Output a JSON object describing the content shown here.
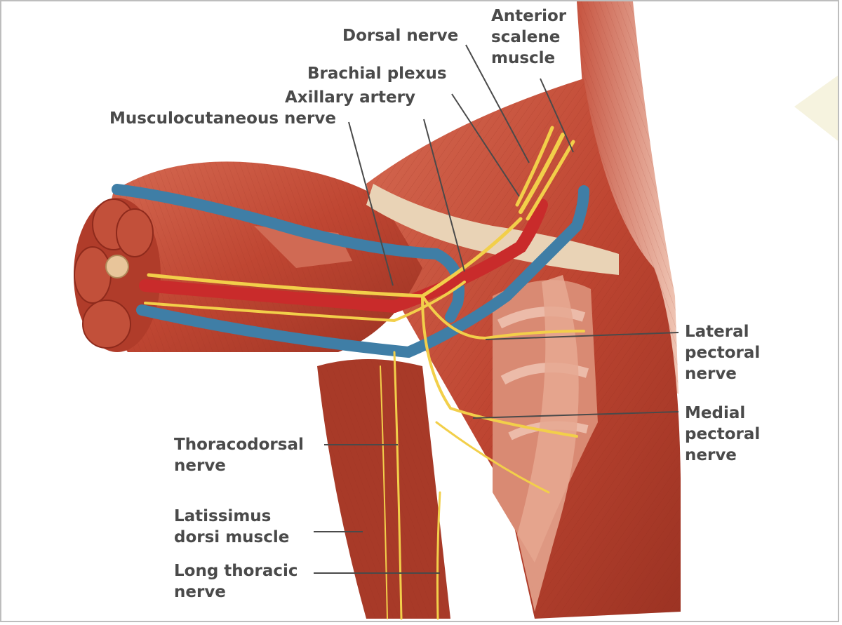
{
  "colors": {
    "muscle": "#c24a35",
    "muscle_dark": "#8e2a1c",
    "muscle_light": "#d8705a",
    "artery": "#c92b2b",
    "vein": "#3f7ea6",
    "nerve": "#f2cf4a",
    "tendon": "#e9d3b6",
    "leader_line": "#4a4a4a",
    "label_text": "#4a4a4a",
    "accent_triangle": "#f6f3df"
  },
  "labels": {
    "dorsal_nerve": "Dorsal nerve",
    "anterior_scalene_muscle": [
      "Anterior",
      "scalene",
      "muscle"
    ],
    "brachial_plexus": "Brachial plexus",
    "axillary_artery": "Axillary artery",
    "musculocutaneous_nerve": "Musculocutaneous nerve",
    "lateral_pectoral_nerve": [
      "Lateral",
      "pectoral",
      "nerve"
    ],
    "medial_pectoral_nerve": [
      "Medial",
      "pectoral",
      "nerve"
    ],
    "thoracodorsal_nerve": [
      "Thoracodorsal",
      "nerve"
    ],
    "latissimus_dorsi_muscle": [
      "Latissimus",
      "dorsi muscle"
    ],
    "long_thoracic_nerve": [
      "Long thoracic",
      "nerve"
    ]
  }
}
